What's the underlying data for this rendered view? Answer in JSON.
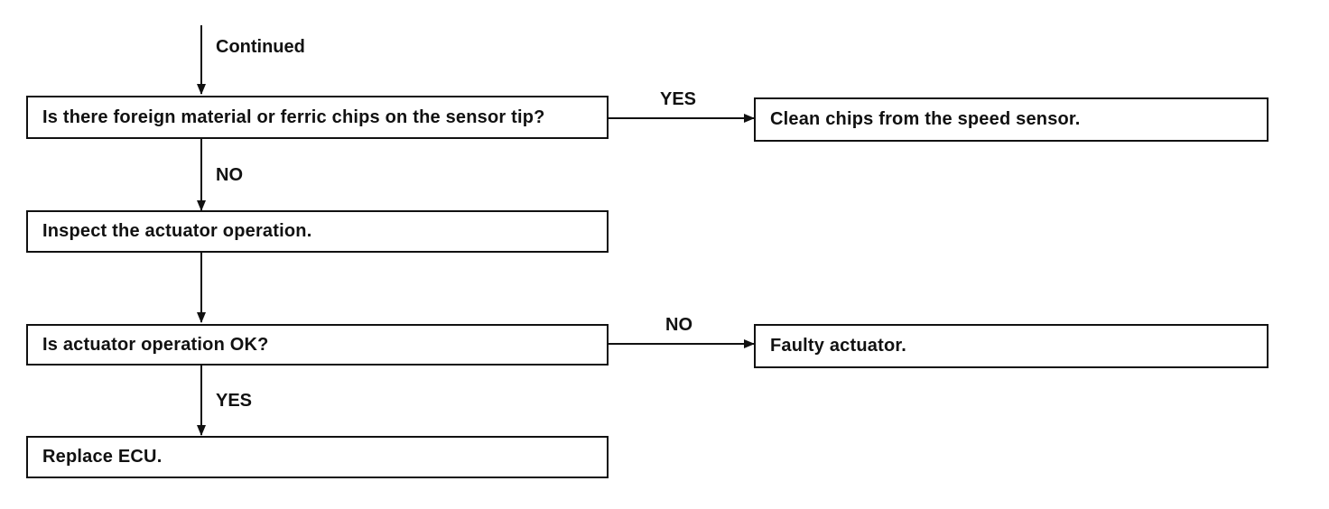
{
  "flow": {
    "continued_label": "Continued",
    "step1_question": "Is there foreign material or ferric chips on the sensor tip?",
    "step1_yes_label": "YES",
    "step1_yes_result": "Clean chips from the speed sensor.",
    "step1_no_label": "NO",
    "step2_action": "Inspect the actuator operation.",
    "step3_question": "Is actuator operation OK?",
    "step3_no_label": "NO",
    "step3_no_result": "Faulty actuator.",
    "step3_yes_label": "YES",
    "step4_action": "Replace ECU."
  },
  "colors": {
    "line": "#111111",
    "background": "#ffffff"
  }
}
